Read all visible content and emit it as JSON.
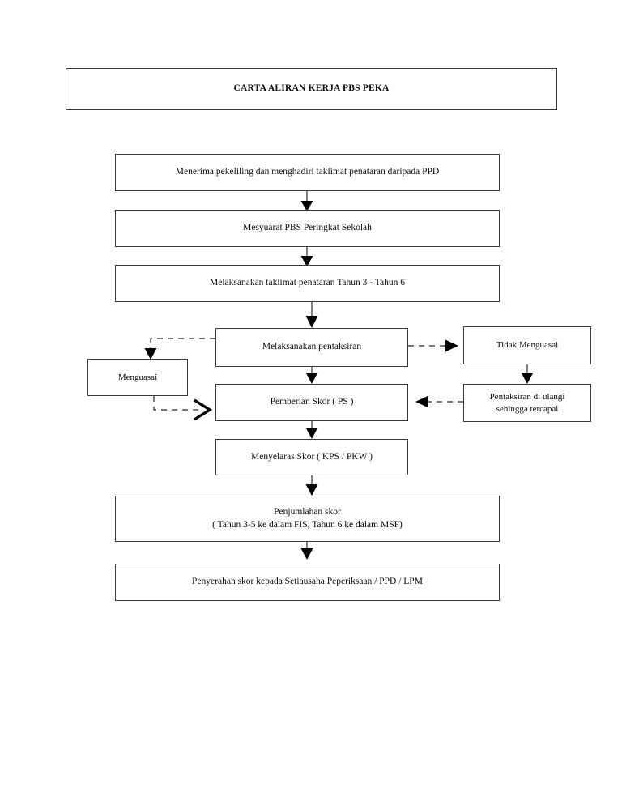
{
  "document": {
    "title_box": {
      "text": "CARTA ALIRAN KERJA PBS PEKA"
    }
  },
  "flowchart": {
    "type": "flowchart",
    "orientation": "top-to-bottom",
    "nodes": [
      {
        "id": "n1",
        "label": "Menerima pekeliling dan menghadiri taklimat penataran daripada PPD"
      },
      {
        "id": "n2",
        "label": "Mesyuarat PBS Peringkat Sekolah"
      },
      {
        "id": "n3",
        "label": "Melaksanakan taklimat penataran Tahun 3 - Tahun 6"
      },
      {
        "id": "n4",
        "label": "Melaksanakan pentaksiran"
      },
      {
        "id": "n5",
        "label": "Menguasai"
      },
      {
        "id": "n6",
        "label": "Tidak Menguasai"
      },
      {
        "id": "n7",
        "label": "Pemberian Skor ( PS )"
      },
      {
        "id": "n8",
        "label": "Pentaksiran di ulangi\nsehingga tercapai"
      },
      {
        "id": "n9",
        "label": "Menyelaras Skor ( KPS / PKW )"
      },
      {
        "id": "n10",
        "label": "Penjumlahan skor\n( Tahun 3-5 ke dalam FIS, Tahun 6 ke dalam MSF)"
      },
      {
        "id": "n11",
        "label": "Penyerahan skor kepada Setiausaha Peperiksaan / PPD / LPM"
      }
    ],
    "edges": [
      {
        "from": "n1",
        "to": "n2",
        "style": "solid"
      },
      {
        "from": "n2",
        "to": "n3",
        "style": "solid"
      },
      {
        "from": "n3",
        "to": "n4",
        "style": "solid"
      },
      {
        "from": "n4",
        "to": "n5",
        "style": "dashed"
      },
      {
        "from": "n4",
        "to": "n6",
        "style": "dashed"
      },
      {
        "from": "n4",
        "to": "n7",
        "style": "solid"
      },
      {
        "from": "n5",
        "to": "n7",
        "style": "dashed"
      },
      {
        "from": "n6",
        "to": "n8",
        "style": "solid"
      },
      {
        "from": "n8",
        "to": "n7",
        "style": "dashed"
      },
      {
        "from": "n7",
        "to": "n9",
        "style": "solid"
      },
      {
        "from": "n9",
        "to": "n10",
        "style": "solid"
      },
      {
        "from": "n10",
        "to": "n11",
        "style": "solid"
      }
    ]
  },
  "colors": {
    "background": "#ffffff",
    "box_border": "#3a3a3a",
    "connector": "#4a4a4a",
    "arrowhead": "#000000",
    "text": "#0b0b0b"
  }
}
